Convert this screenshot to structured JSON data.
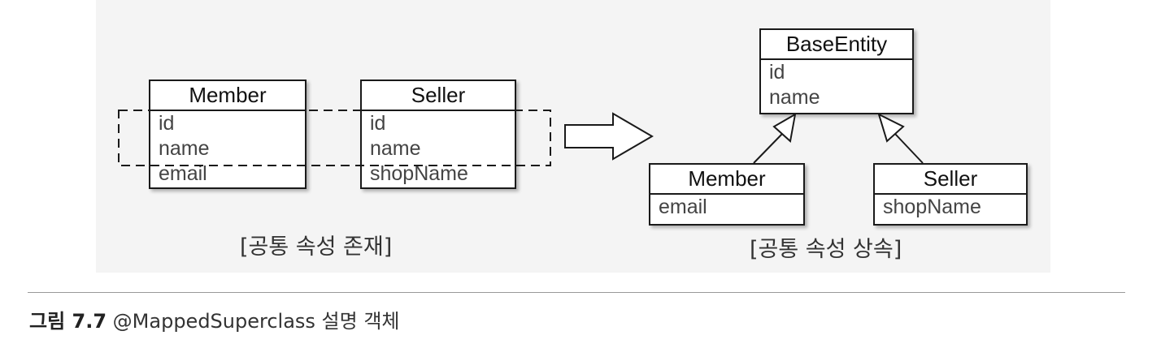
{
  "left": {
    "member": {
      "title": "Member",
      "attrs": [
        "id",
        "name",
        "email"
      ]
    },
    "seller": {
      "title": "Seller",
      "attrs": [
        "id",
        "name",
        "shopName"
      ]
    },
    "caption": "[공통 속성 존재]"
  },
  "right": {
    "base": {
      "title": "BaseEntity",
      "attrs": [
        "id",
        "name"
      ]
    },
    "member": {
      "title": "Member",
      "attrs": [
        "email"
      ]
    },
    "seller": {
      "title": "Seller",
      "attrs": [
        "shopName"
      ]
    },
    "caption": "[공통 속성 상속]"
  },
  "figure": {
    "number": "그림 7.7",
    "text": "@MappedSuperclass 설명 객체"
  },
  "colors": {
    "panel": "#f4f4f4",
    "line": "#1a1a1a",
    "text": "#444444"
  }
}
